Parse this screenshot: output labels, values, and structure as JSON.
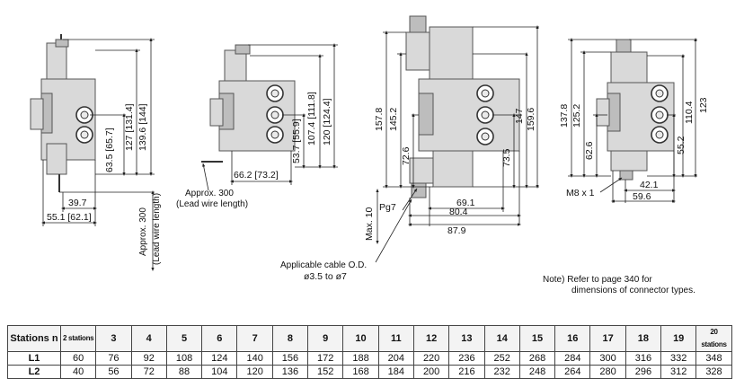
{
  "views": {
    "v1": {
      "dims": {
        "d1": "127 [131.4]",
        "d2": "139.6 [144]",
        "d3": "63.5 [65.7]",
        "d4": "39.7",
        "d5": "55.1 [62.1]"
      },
      "lead": "Approx. 300",
      "lead_sub": "(Lead wire length)"
    },
    "v2": {
      "dims": {
        "d1": "53.7 [55.9]",
        "d2": "107.4 [111.8]",
        "d3": "120 [124.4]",
        "d4": "66.2 [73.2]"
      },
      "lead": "Approx. 300",
      "lead_sub": "(Lead wire length)"
    },
    "v3": {
      "dims": {
        "d1": "157.8",
        "d2": "145.2",
        "d3": "72.6",
        "d4": "147",
        "d5": "159.6",
        "d6": "73.5",
        "d7": "69.1",
        "d8": "80.4",
        "d9": "87.9",
        "d10": "Max. 10"
      },
      "pg": "Pg7",
      "cable1": "Applicable cable O.D.",
      "cable2": "ø3.5 to ø7"
    },
    "v4": {
      "dims": {
        "d1": "137.8",
        "d2": "125.2",
        "d3": "62.6",
        "d4": "110.4",
        "d5": "123",
        "d6": "55.2",
        "d7": "42.1",
        "d8": "59.6"
      },
      "m8": "M8 x 1"
    }
  },
  "note": {
    "line1": "Note) Refer to page 340 for",
    "line2": "dimensions of connector types."
  },
  "table": {
    "header": [
      "Stations n",
      "2 stations",
      "3",
      "4",
      "5",
      "6",
      "7",
      "8",
      "9",
      "10",
      "11",
      "12",
      "13",
      "14",
      "15",
      "16",
      "17",
      "18",
      "19",
      "20 stations"
    ],
    "rows": [
      [
        "L1",
        "60",
        "76",
        "92",
        "108",
        "124",
        "140",
        "156",
        "172",
        "188",
        "204",
        "220",
        "236",
        "252",
        "268",
        "284",
        "300",
        "316",
        "332",
        "348"
      ],
      [
        "L2",
        "40",
        "56",
        "72",
        "88",
        "104",
        "120",
        "136",
        "152",
        "168",
        "184",
        "200",
        "216",
        "232",
        "248",
        "264",
        "280",
        "296",
        "312",
        "328"
      ]
    ]
  }
}
